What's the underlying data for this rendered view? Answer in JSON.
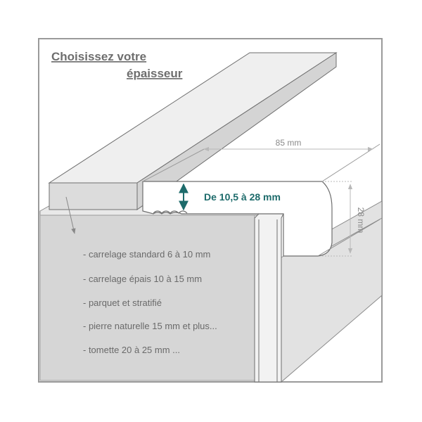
{
  "title": {
    "line1": "Choisissez votre",
    "line2": "épaisseur"
  },
  "dimensions": {
    "width": "85 mm",
    "height": "28 mm",
    "thickness_range": "De 10,5 à 28 mm"
  },
  "materials": [
    "- carrelage standard 6 à 10 mm",
    "- carrelage épais 10 à 15 mm",
    "- parquet et stratifié",
    "- pierre naturelle 15 mm et plus...",
    "- tomette  20 à 25 mm ..."
  ],
  "colors": {
    "frame": "#9a9a9a",
    "tile_top": "#f0f0f0",
    "tile_front": "#dcdcdc",
    "step_fill": "#d9d9d9",
    "wall_fill": "#e4e4e4",
    "profile_fill": "#ffffff",
    "arrow_accent": "#1d6b6b",
    "dim_line": "#b5b5b5"
  }
}
